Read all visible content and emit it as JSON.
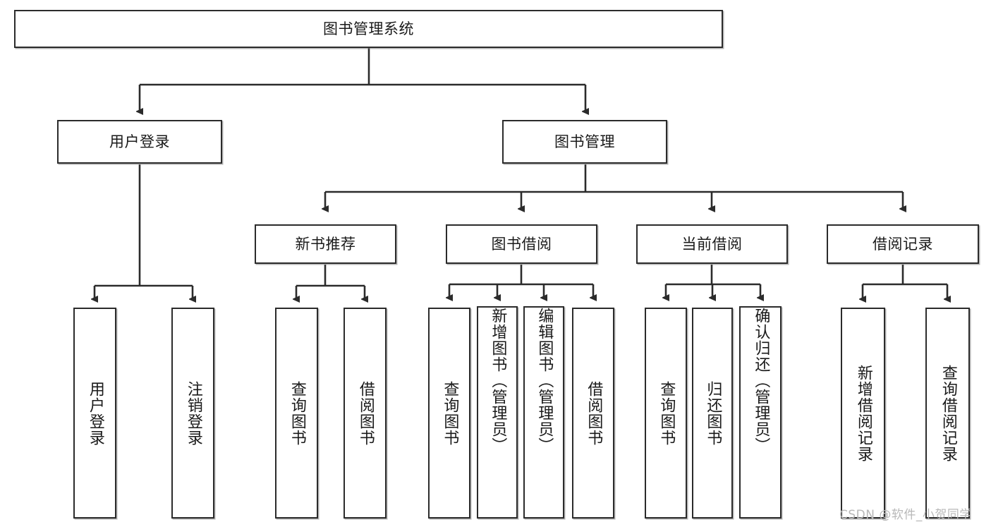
{
  "diagram": {
    "title": "图书管理系统",
    "watermark": "CSDN @软件_小贺同学",
    "colors": {
      "background": "#ffffff",
      "border": "#2b2b2b",
      "text": "#1a1a1a",
      "connector": "#2b2b2b",
      "watermark": "#b8b8b8"
    }
  },
  "nodes": {
    "root": {
      "label": "图书管理系统"
    },
    "level2": [
      {
        "label": "用户登录"
      },
      {
        "label": "图书管理"
      }
    ],
    "level3": [
      {
        "label": "新书推荐"
      },
      {
        "label": "图书借阅"
      },
      {
        "label": "当前借阅"
      },
      {
        "label": "借阅记录"
      }
    ],
    "leaves": {
      "user_login": [
        {
          "label": "用户登录"
        },
        {
          "label": "注销登录"
        }
      ],
      "new_book": [
        {
          "label": "查询图书"
        },
        {
          "label": "借阅图书"
        }
      ],
      "book_borrow": [
        {
          "label": "查询图书"
        },
        {
          "label": "新增图书（管理员）"
        },
        {
          "label": "编辑图书（管理员）"
        },
        {
          "label": "借阅图书"
        }
      ],
      "current_borrow": [
        {
          "label": "查询图书"
        },
        {
          "label": "归还图书"
        },
        {
          "label": "确认归还（管理员）"
        }
      ],
      "borrow_record": [
        {
          "label": "新增借阅记录"
        },
        {
          "label": "查询借阅记录"
        }
      ]
    }
  }
}
